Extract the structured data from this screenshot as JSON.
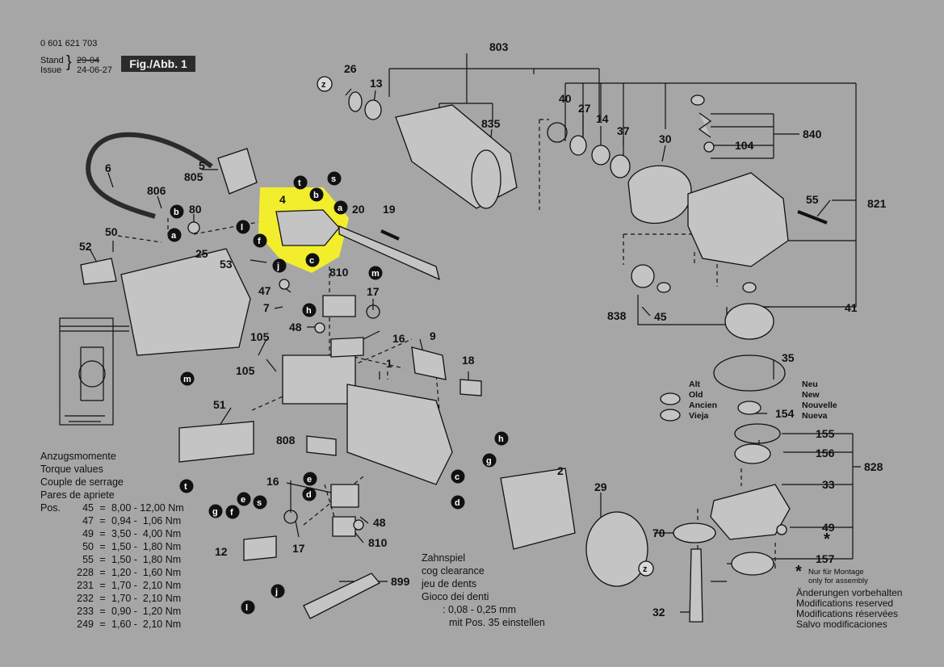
{
  "header": {
    "part_number": "0 601 621 703",
    "stand_label": "Stand",
    "issue_label": "Issue",
    "stand_date": "29-04",
    "issue_date": "24-06-27",
    "fig_label": "Fig./Abb. 1"
  },
  "torque": {
    "titles": [
      "Anzugsmomente",
      "Torque values",
      "Couple de serrage",
      "Pares de apriete"
    ],
    "pos_label": "Pos.",
    "rows": [
      {
        "pos": "45",
        "value": "8,00 - 12,00 Nm"
      },
      {
        "pos": "47",
        "value": "0,94 -  1,06 Nm"
      },
      {
        "pos": "49",
        "value": "3,50 -  4,00 Nm"
      },
      {
        "pos": "50",
        "value": "1,50 -  1,80 Nm"
      },
      {
        "pos": "55",
        "value": "1,50 -  1,80 Nm"
      },
      {
        "pos": "228",
        "value": "1,20 -  1,60 Nm"
      },
      {
        "pos": "231",
        "value": "1,70 -  2,10 Nm"
      },
      {
        "pos": "232",
        "value": "1,70 -  2,10 Nm"
      },
      {
        "pos": "233",
        "value": "0,90 -  1,20 Nm"
      },
      {
        "pos": "249",
        "value": "1,60 -  2,10 Nm"
      }
    ]
  },
  "cog": {
    "lines": [
      "Zahnspiel",
      "cog clearance",
      "jeu de dents",
      "Gioco dei denti"
    ],
    "value": ": 0,08 - 0,25 mm",
    "instruction": "mit Pos. 35 einstellen"
  },
  "legend": {
    "old": [
      "Alt",
      "Old",
      "Ancien",
      "Vieja"
    ],
    "new": [
      "Neu",
      "New",
      "Nouvelle",
      "Nueva"
    ]
  },
  "assembly_note": {
    "star": "*",
    "lines": [
      "Nur für Montage",
      "only for assembly"
    ]
  },
  "modifications": [
    "Änderungen vorbehalten",
    "Modifications reserved",
    "Modifications réservées",
    "Salvo modificaciones"
  ],
  "colors": {
    "background": "#a6a6a6",
    "highlight": "#f2ee2e",
    "ink": "#111111",
    "fig_badge": "#2b2b2b"
  },
  "parts": [
    {
      "id": "803"
    },
    {
      "id": "26"
    },
    {
      "id": "13"
    },
    {
      "id": "z"
    },
    {
      "id": "835"
    },
    {
      "id": "40"
    },
    {
      "id": "27"
    },
    {
      "id": "14"
    },
    {
      "id": "37"
    },
    {
      "id": "30"
    },
    {
      "id": "840"
    },
    {
      "id": "104"
    },
    {
      "id": "821"
    },
    {
      "id": "55"
    },
    {
      "id": "5"
    },
    {
      "id": "805"
    },
    {
      "id": "6"
    },
    {
      "id": "806"
    },
    {
      "id": "b"
    },
    {
      "id": "a"
    },
    {
      "id": "80"
    },
    {
      "id": "50"
    },
    {
      "id": "52"
    },
    {
      "id": "25"
    },
    {
      "id": "4"
    },
    {
      "id": "t"
    },
    {
      "id": "s"
    },
    {
      "id": "l"
    },
    {
      "id": "f"
    },
    {
      "id": "j"
    },
    {
      "id": "c"
    },
    {
      "id": "20"
    },
    {
      "id": "19"
    },
    {
      "id": "53"
    },
    {
      "id": "810"
    },
    {
      "id": "m"
    },
    {
      "id": "47"
    },
    {
      "id": "17"
    },
    {
      "id": "7"
    },
    {
      "id": "h"
    },
    {
      "id": "48"
    },
    {
      "id": "16"
    },
    {
      "id": "105"
    },
    {
      "id": "9"
    },
    {
      "id": "1"
    },
    {
      "id": "18"
    },
    {
      "id": "838"
    },
    {
      "id": "45"
    },
    {
      "id": "41"
    },
    {
      "id": "35"
    },
    {
      "id": "154"
    },
    {
      "id": "155"
    },
    {
      "id": "156"
    },
    {
      "id": "828"
    },
    {
      "id": "33"
    },
    {
      "id": "49"
    },
    {
      "id": "157"
    },
    {
      "id": "70"
    },
    {
      "id": "32"
    },
    {
      "id": "51"
    },
    {
      "id": "808"
    },
    {
      "id": "g"
    },
    {
      "id": "e"
    },
    {
      "id": "d"
    },
    {
      "id": "2"
    },
    {
      "id": "29"
    },
    {
      "id": "12"
    },
    {
      "id": "899"
    }
  ]
}
